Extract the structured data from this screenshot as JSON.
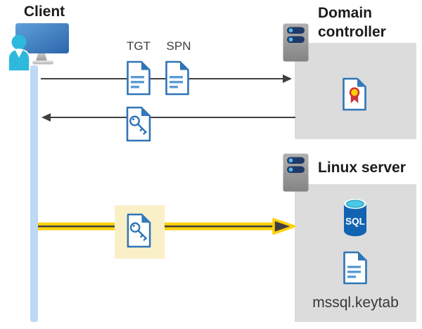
{
  "nodes": {
    "client": {
      "label": "Client"
    },
    "domain_controller": {
      "label": "Domain controller"
    },
    "linux_server": {
      "label": "Linux server"
    }
  },
  "artifacts": {
    "tgt": {
      "label": "TGT"
    },
    "spn": {
      "label": "SPN"
    },
    "keytab_file": {
      "label": "mssql.keytab"
    },
    "sql_database": {
      "label": "SQL"
    }
  },
  "flows": [
    {
      "from": "client",
      "to": "domain_controller",
      "style": "gray-arrow-right",
      "items": [
        "TGT",
        "SPN"
      ]
    },
    {
      "from": "domain_controller",
      "to": "client",
      "style": "gray-arrow-left",
      "items": [
        "key-document"
      ]
    },
    {
      "from": "client",
      "to": "linux_server",
      "style": "yellow-highlighted-arrow-right",
      "items": [
        "key-document"
      ]
    }
  ],
  "icons": {
    "client": "person-at-workstation-icon",
    "domain_controller": "server-icon",
    "linux_server": "server-icon",
    "tgt": "document-icon",
    "spn": "document-icon",
    "ticket": "key-document-icon",
    "certificate": "certificate-document-icon",
    "database": "sql-database-icon",
    "keytab": "document-icon"
  },
  "colors": {
    "document_blue": "#2e75b5",
    "document_line_blue": "#5b9bd5",
    "person_cyan": "#2eb8dd",
    "client_timeline_blue": "#bed8f6",
    "panel_gray": "#dcdcdc",
    "arrow_gray": "#404040",
    "arrow_yellow": "#ffd10a",
    "highlight_yellow": "#faf0c8",
    "server_pill_navy": "#1f3a68",
    "server_dot_blue": "#4fb9e8",
    "sql_cylinder_blue": "#1263b2",
    "sql_top_cyan": "#4cc6e6",
    "certificate_red": "#d13438",
    "certificate_gold": "#ffd102",
    "label_dark": "#1c1c1c"
  }
}
